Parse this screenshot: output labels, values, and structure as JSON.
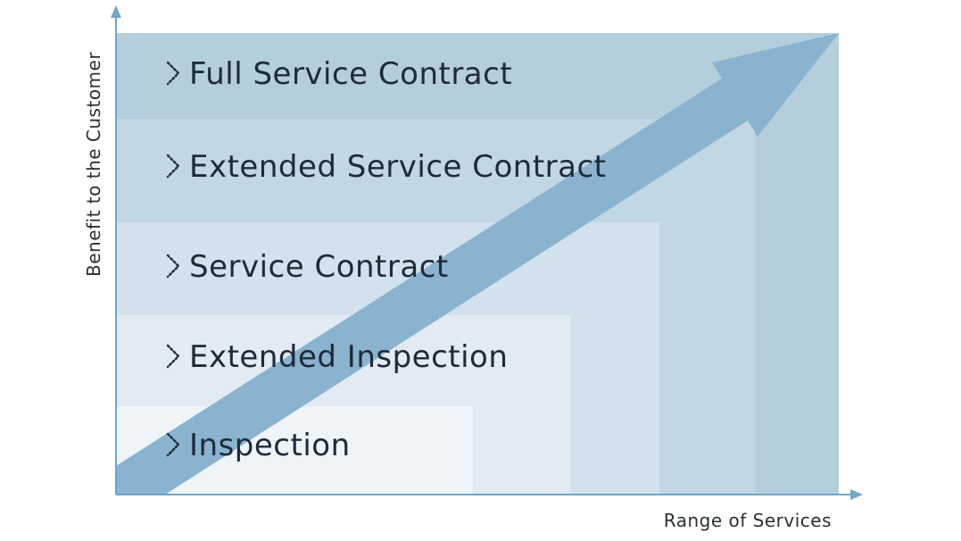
{
  "tiers": [
    {
      "label": "Inspection",
      "level": 1,
      "fill": "#eef4f8"
    },
    {
      "label": "Extended Inspection",
      "level": 2,
      "fill": "#e2ebf2"
    },
    {
      "label": "Service Contract",
      "level": 3,
      "fill": "#d2e2ec"
    },
    {
      "label": "Extended Service Contract",
      "level": 4,
      "fill": "#c2d7e4"
    },
    {
      "label": "Full Service Contract",
      "level": 5,
      "fill": "#b4cedc"
    }
  ],
  "axes": {
    "y_label": "Benefit to the Customer",
    "x_label": "Range of Services",
    "color": "#6fa6c8"
  },
  "arrow": {
    "fill": "#89b3cf",
    "icon": "growth-arrow-icon"
  },
  "bullet_icon": "dotted-chevron-right-icon"
}
